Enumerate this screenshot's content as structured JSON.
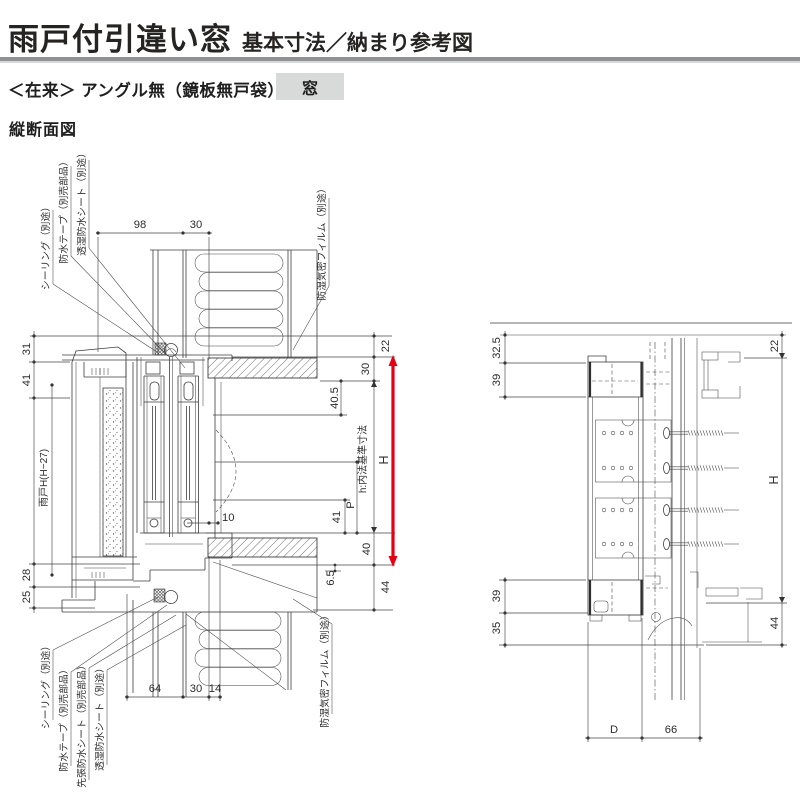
{
  "header": {
    "title_main": "雨戸付引違い窓",
    "title_sub": "基本寸法／納まり参考図",
    "variant": "＜在来＞ アングル無（鏡板無戸袋）",
    "badge": "窓",
    "section": "縦断面図"
  },
  "left_drawing": {
    "labels": {
      "sealing_top": "シーリング（別途）",
      "tape_top": "防水テープ（別売部品）",
      "sheet_top": "透湿防水シート（別途）",
      "film_top": "防湿気密フィルム（別途）",
      "sealing_bottom": "シーリング（別途）",
      "tape_bottom": "防水テープ（別売部品）",
      "presheet_bottom": "先張防水シート（別売部品）",
      "sheet_bottom": "透湿防水シート（別途）",
      "film_bottom": "防湿気密フィルム（別途）"
    },
    "dims": {
      "top_98": "98",
      "top_30": "30",
      "left_31": "31",
      "left_41": "41",
      "amado_h": "雨戸H(H−27)",
      "left_28": "28",
      "left_25": "25",
      "right_22": "22",
      "right_30": "30",
      "right_40_5": "40.5",
      "h_base": "h:内法基準寸法",
      "cap_h": "H",
      "p": "P",
      "right_41": "41",
      "right_40": "40",
      "right_6_5": "6.5",
      "right_44": "44",
      "mid_10": "10",
      "bottom_64": "64",
      "bottom_30": "30",
      "bottom_14": "14"
    }
  },
  "right_drawing": {
    "dims": {
      "left_32_5": "32.5",
      "left_39_top": "39",
      "left_39_bottom": "39",
      "left_35": "35",
      "right_22": "22",
      "cap_h": "H",
      "right_44": "44",
      "bottom_d": "D",
      "bottom_66": "66"
    }
  },
  "colors": {
    "accent_red": "#e60012",
    "rule_gray": "#8f9192",
    "badge_bg": "#d8d9d9",
    "line": "#3d3d3d"
  }
}
